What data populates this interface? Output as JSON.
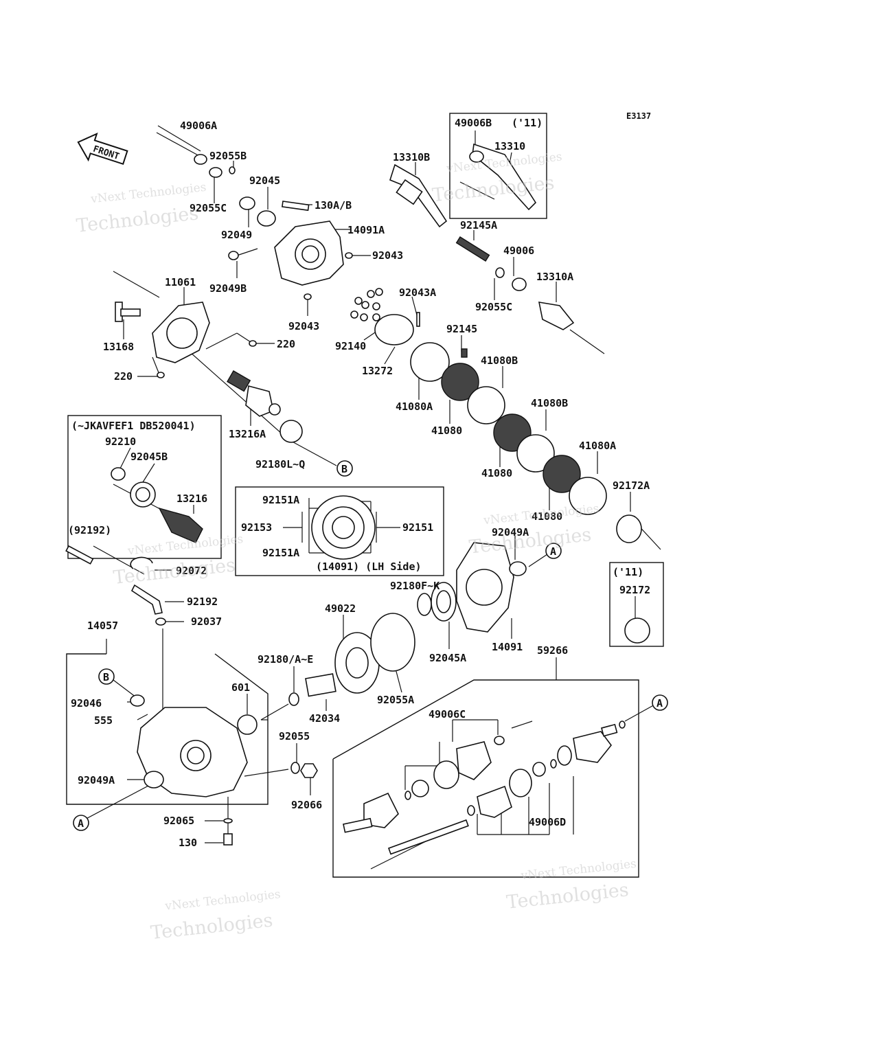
{
  "diagram_code": "E3137",
  "front_arrow": "FRONT",
  "watermark": {
    "line1": "vNext Technologies",
    "line2": "Technologies"
  },
  "boxes": {
    "early_model_note": "(~JKAVFEF1 DB520041)",
    "lh_side_note": "(14091)  (LH Side)",
    "year_11_top": "('11)",
    "year_11_right": "('11)"
  },
  "callouts": {
    "A": "A",
    "B": "B"
  },
  "parts": [
    "49006A",
    "92055B",
    "92055C",
    "92045",
    "92049",
    "130A/B",
    "14091A",
    "92043",
    "92049B",
    "92043",
    "11061",
    "13168",
    "220",
    "220",
    "13216A",
    "92180L~Q",
    "92210",
    "92045B",
    "13216",
    "(92192)",
    "92072",
    "92192",
    "92037",
    "14057",
    "92046",
    "555",
    "601",
    "92049A",
    "92055",
    "92066",
    "92065",
    "130",
    "92180/A~E",
    "42034",
    "49022",
    "92055A",
    "92180F~K",
    "92045A",
    "14091",
    "59266",
    "49006C",
    "49006D",
    "92151A",
    "92151A",
    "92153",
    "92151",
    "49006B",
    "('11)",
    "13310",
    "13310B",
    "92145A",
    "49006",
    "92055C",
    "13310A",
    "92043A",
    "92140",
    "13272",
    "92145",
    "41080B",
    "41080A",
    "41080",
    "41080B",
    "41080",
    "41080A",
    "41080",
    "92172A",
    "92049A",
    "92172"
  ]
}
